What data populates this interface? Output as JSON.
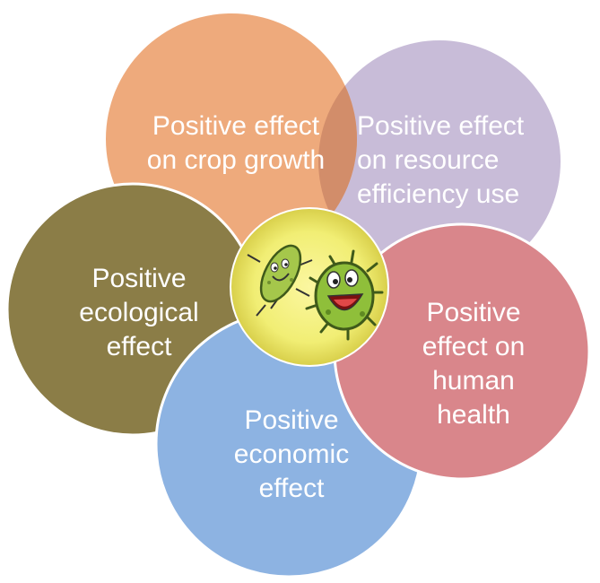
{
  "diagram": {
    "center_image": "cartoon-bacteria-illustration",
    "petals": [
      {
        "id": "crop-growth",
        "lines": [
          "Positive effect",
          "on crop growth"
        ],
        "color": "#eeaa7c"
      },
      {
        "id": "resource-efficiency",
        "lines": [
          "Positive effect",
          "on resource",
          "efficiency use"
        ],
        "color": "#c8bcd8"
      },
      {
        "id": "human-health",
        "lines": [
          "Positive",
          "effect on",
          "human",
          "health"
        ],
        "color": "#d9868b"
      },
      {
        "id": "economic",
        "lines": [
          "Positive",
          "economic",
          "effect"
        ],
        "color": "#8db3e2"
      },
      {
        "id": "ecological",
        "lines": [
          "Positive",
          "ecological",
          "effect"
        ],
        "color": "#8b7d47"
      }
    ],
    "center_color": "#f1ee74"
  }
}
